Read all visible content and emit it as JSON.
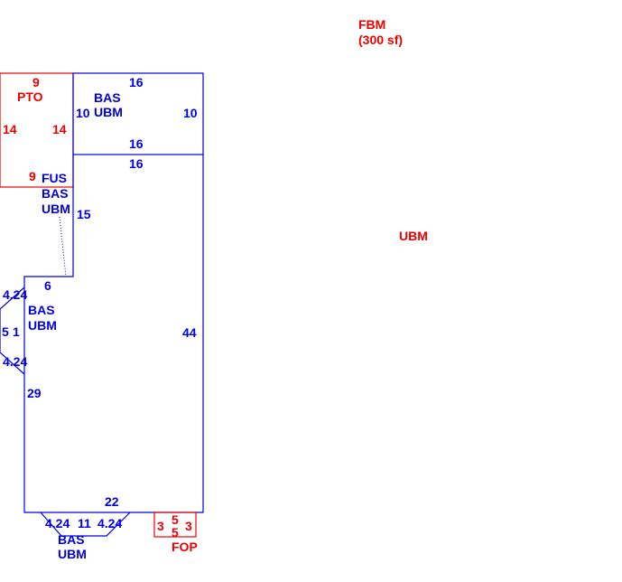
{
  "legend": {
    "fbm": "FBM",
    "fbm_area": "(300 sf)",
    "ubm": "UBM"
  },
  "pto": {
    "label": "PTO",
    "top": "9",
    "bottom": "9",
    "left": "14",
    "right": "14"
  },
  "upper_bas": {
    "label1": "BAS",
    "label2": "UBM",
    "top": "16",
    "bottom": "16",
    "left": "10",
    "right": "10"
  },
  "main": {
    "label1": "FUS",
    "label2": "BAS",
    "label3": "UBM",
    "top": "16",
    "left_upper": "15",
    "step": "6",
    "right": "44",
    "left_lower": "29",
    "bottom": "22"
  },
  "left_bay": {
    "label1": "BAS",
    "label2": "UBM",
    "diag_top": "4.24",
    "diag_bottom": "4.24",
    "side_a": "5",
    "side_b": "1"
  },
  "bottom_bay": {
    "label1": "BAS",
    "label2": "UBM",
    "diag_left": "4.24",
    "diag_right": "4.24",
    "bottom": "11"
  },
  "fop": {
    "label": "FOP",
    "left": "3",
    "right": "3",
    "top": "5",
    "bottom": "5"
  }
}
